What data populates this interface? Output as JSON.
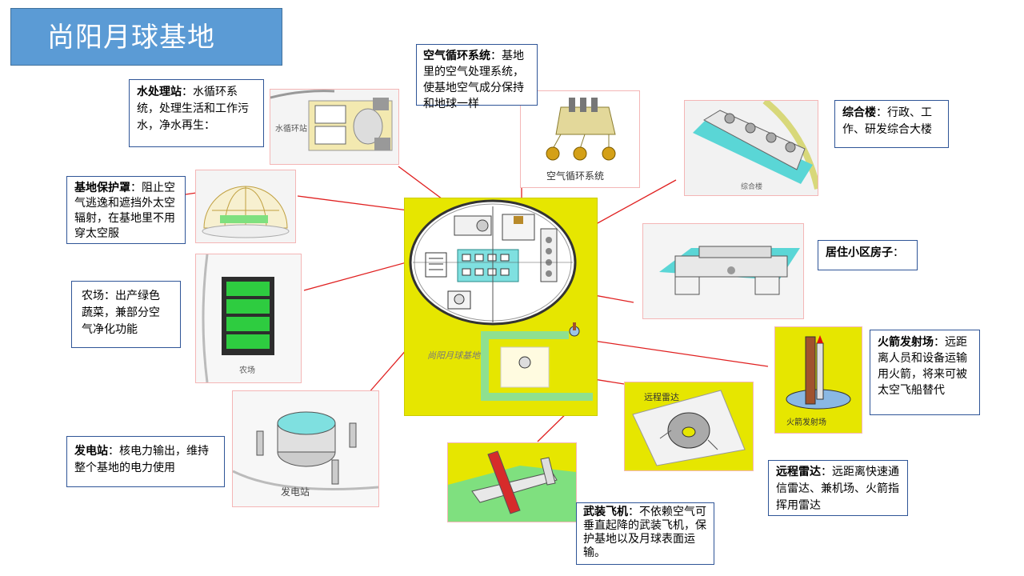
{
  "title": "尚阳月球基地",
  "callouts": {
    "water": {
      "bold": "水处理站",
      "text": "：水循环系统，处理生活和工作污水，净水再生："
    },
    "air": {
      "bold": "空气循环系统",
      "text": "：基地里的空气处理系统，使基地空气成分保持和地球一样"
    },
    "complex": {
      "bold": "综合楼",
      "text": "：行政、工作、研发综合大楼"
    },
    "shield": {
      "bold": "基地保护罩",
      "text": "：阻止空气逃逸和遮挡外太空辐射，在基地里不用穿太空服"
    },
    "housing": {
      "bold": "居住小区房子",
      "text": "："
    },
    "farm": {
      "bold": "",
      "text": "农场：出产绿色蔬菜，兼部分空气净化功能"
    },
    "rocket": {
      "bold": "火箭发射场",
      "text": "：远距离人员和设备运输用火箭，将来可被太空飞船替代"
    },
    "power": {
      "bold": "发电站",
      "text": "：核电力输出，维持整个基地的电力使用"
    },
    "radar": {
      "bold": "远程雷达",
      "text": "：远距离快速通信雷达、兼机场、火箭指挥用雷达"
    },
    "aircraft": {
      "bold": "武装飞机",
      "text": "：不依赖空气可垂直起降的武装飞机，保护基地以及月球表面运输。"
    }
  },
  "thumb_labels": {
    "water": "水循环站",
    "air": "空气循环系统",
    "complex": "综合楼",
    "farm": "农场",
    "power": "发电站",
    "radar": "远程雷达",
    "rocket": "火箭发射场"
  },
  "map": {
    "center_label": "尚阳月球基地"
  },
  "colors": {
    "title_bg": "#5b9bd5",
    "callout_border": "#2f5597",
    "arrow": "#e02020",
    "map_bg": "#e6e600",
    "path": "#8fe08f"
  }
}
